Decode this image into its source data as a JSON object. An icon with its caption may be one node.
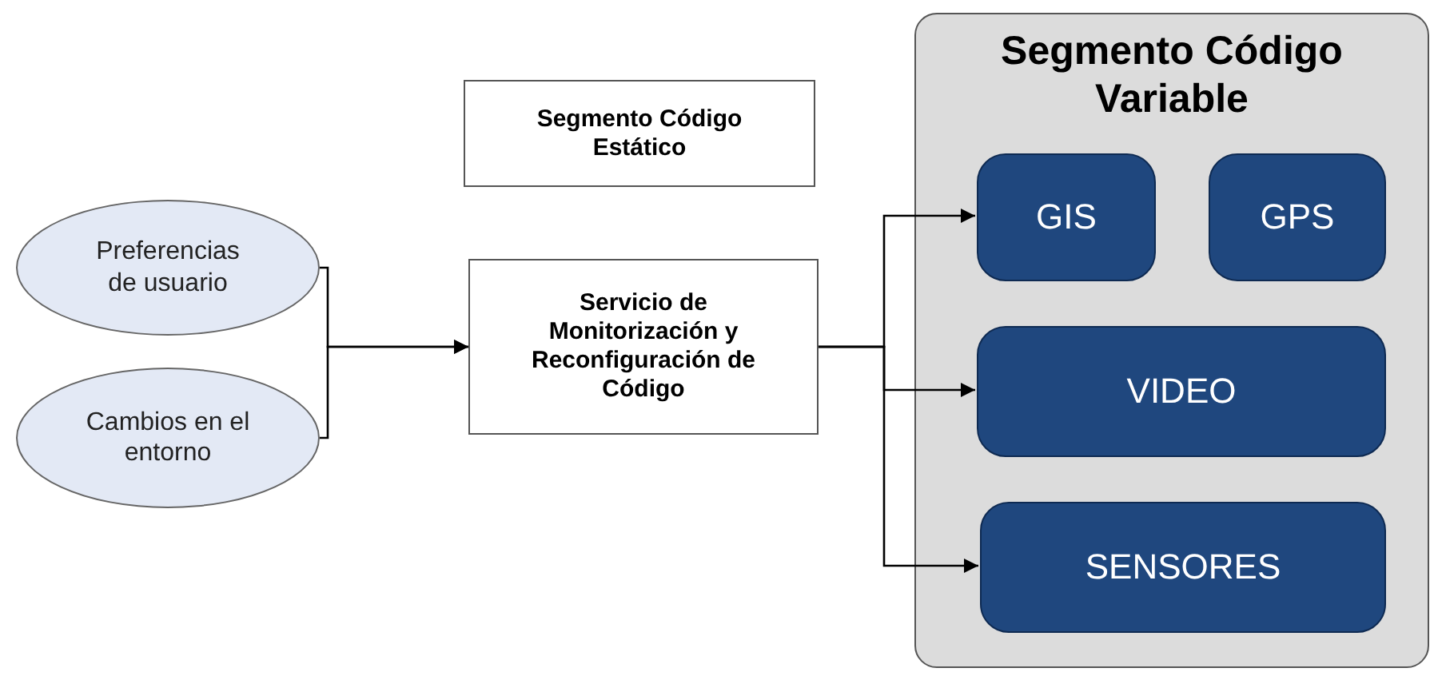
{
  "diagram": {
    "nodes": [
      {
        "text": [
          "Preferencias de usuario"
        ]
      },
      {
        "text": [
          "Cambios en el entorno"
        ]
      },
      {
        "text": [
          "Segmento Código Estático"
        ]
      },
      {
        "text": [
          "Servicio de Monitorización y Reconfiguración de Código"
        ]
      },
      {
        "text": [
          "Segmento Código Variable"
        ]
      },
      {
        "text": [
          "GIS"
        ],
        "in": 4
      },
      {
        "text": [
          "GPS"
        ],
        "in": 4
      },
      {
        "text": [
          "VIDEO"
        ],
        "in": 4
      },
      {
        "text": [
          "SENSORES"
        ],
        "in": 4
      }
    ],
    "edges": [
      {
        "from": 0,
        "to": 3,
        "arrow": "to"
      },
      {
        "from": 1,
        "to": 3,
        "arrow": "to"
      },
      {
        "from": 3,
        "to": 5,
        "arrow": "to"
      },
      {
        "from": 3,
        "to": 7,
        "arrow": "to"
      },
      {
        "from": 3,
        "to": 8,
        "arrow": "to"
      }
    ]
  }
}
